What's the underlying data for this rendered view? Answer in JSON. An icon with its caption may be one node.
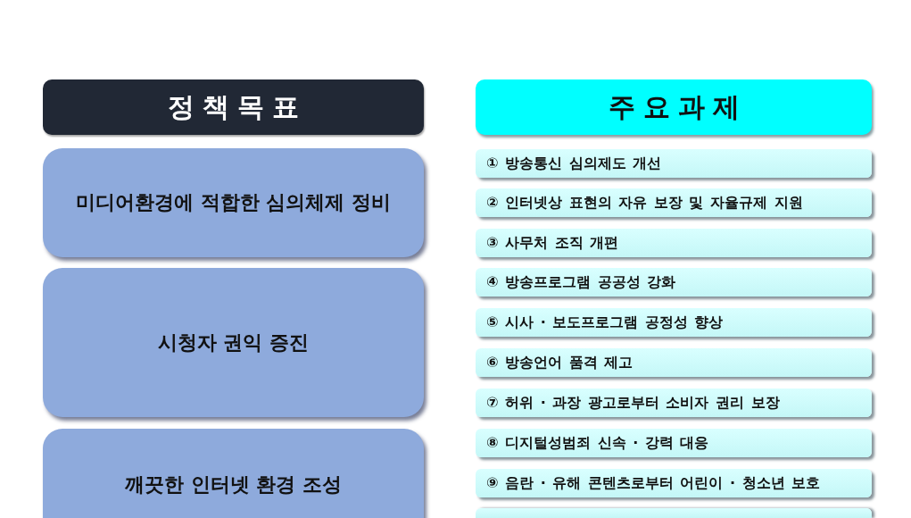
{
  "diagram": {
    "nodes": [
      {
        "text": [
          "정책목표"
        ]
      },
      {
        "text": [
          "주요과제"
        ]
      },
      {
        "text": [
          "미디어환경에 적합한 심의체제 정비"
        ]
      },
      {
        "text": [
          "시청자 권익 증진"
        ]
      },
      {
        "text": [
          "깨끗한 인터넷 환경 조성"
        ]
      },
      {
        "text": [
          "① 방송통신 심의제도 개선"
        ]
      },
      {
        "text": [
          "② 인터넷상 표현의 자유 보장 및 자율규제 지원"
        ]
      },
      {
        "text": [
          "③ 사무처 조직 개편"
        ]
      },
      {
        "text": [
          "④ 방송프로그램 공공성 강화"
        ]
      },
      {
        "text": [
          "⑤ 시사 · 보도프로그램 공정성 향상"
        ]
      },
      {
        "text": [
          "⑥ 방송언어 품격 제고"
        ]
      },
      {
        "text": [
          "⑦ 허위 · 과장 광고로부터 소비자 권리 보장"
        ]
      },
      {
        "text": [
          "⑧ 디지털성범죄 신속 · 강력 대응"
        ]
      },
      {
        "text": [
          "⑨ 음란 · 유해 콘텐츠로부터 어린이 · 청소년 보호"
        ]
      },
      {
        "text": [],
        "shape": "box"
      }
    ]
  }
}
